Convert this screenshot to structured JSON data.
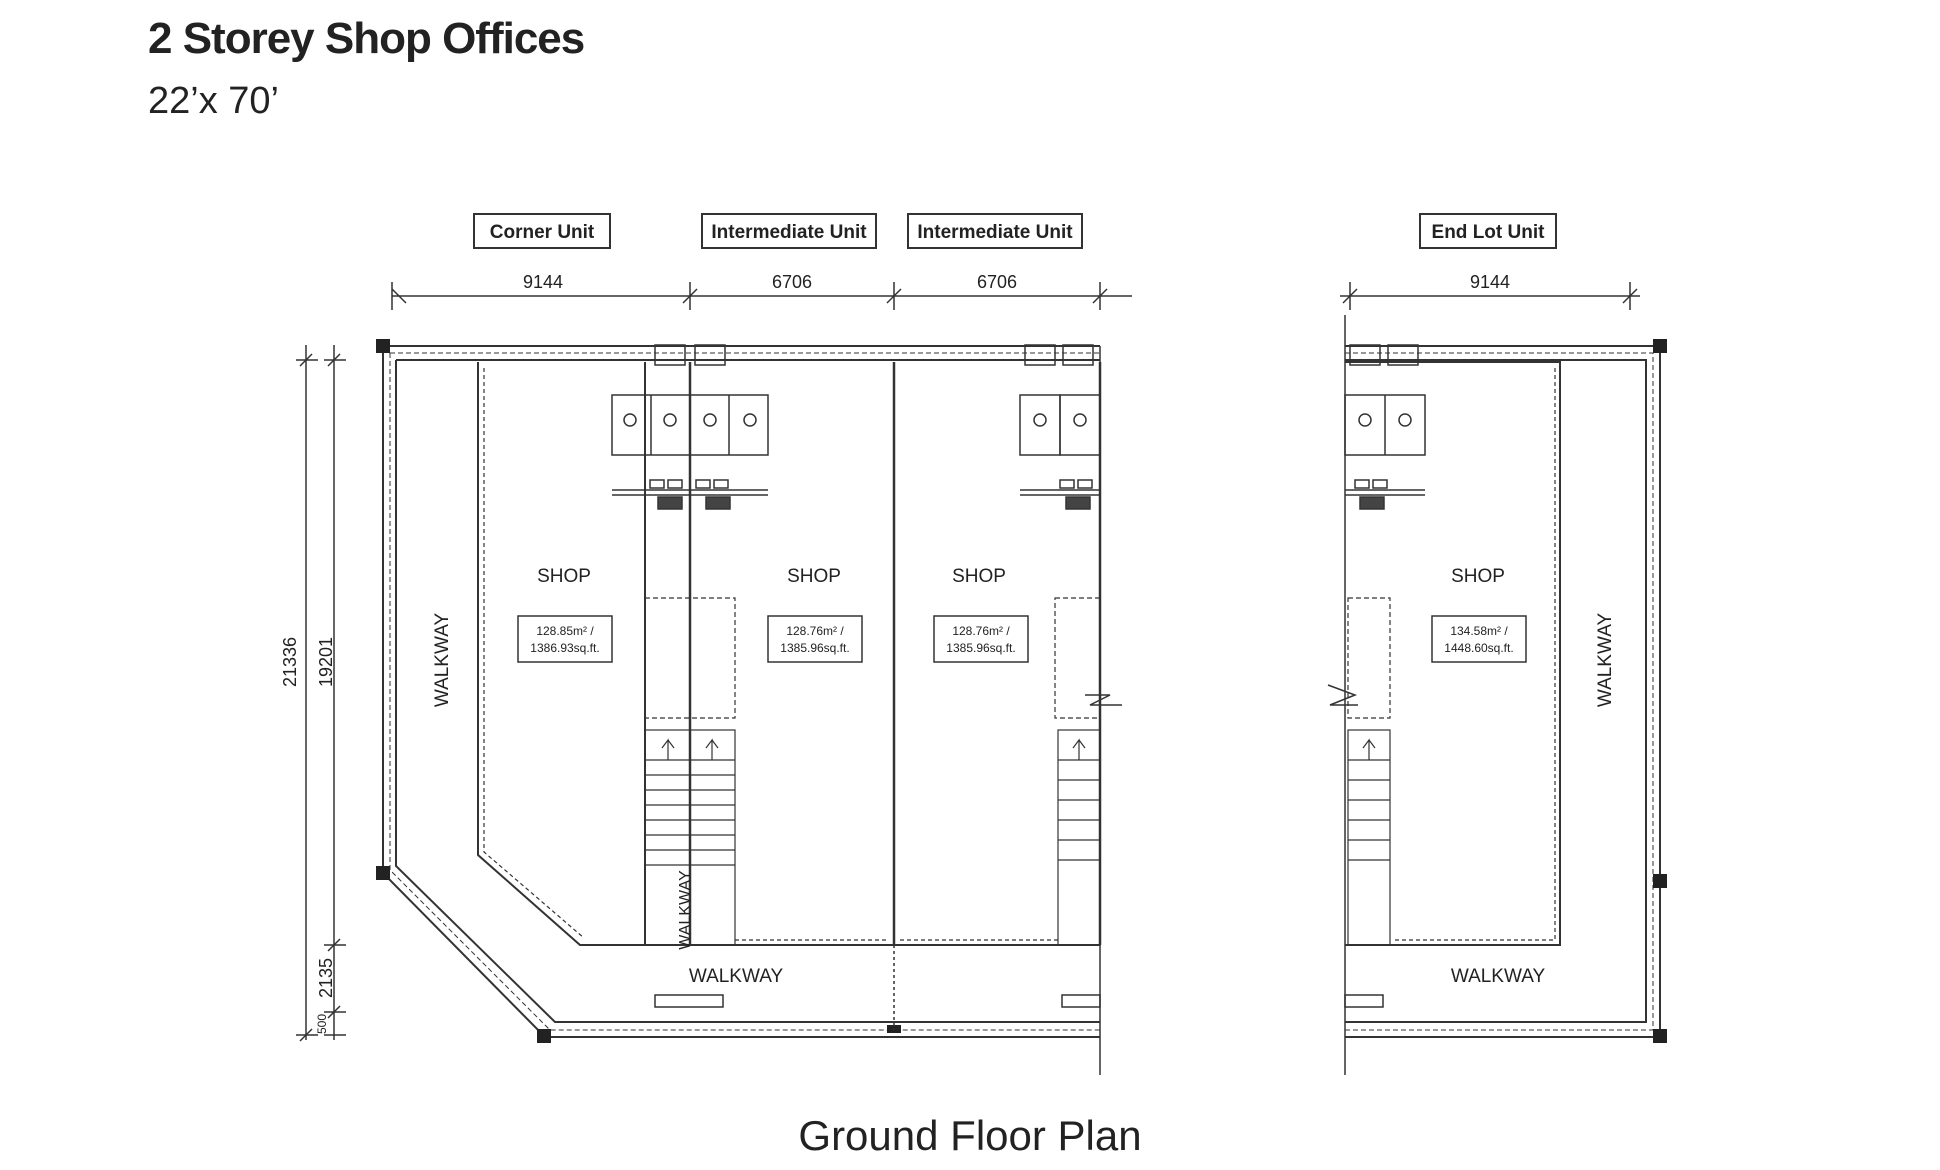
{
  "title": "2 Storey Shop Offices",
  "subtitle": "22’x 70’",
  "caption": "Ground Floor Plan",
  "unit_labels": [
    "Corner Unit",
    "Intermediate Unit",
    "Intermediate Unit",
    "End Lot Unit"
  ],
  "dimensions": {
    "widths": [
      "9144",
      "6706",
      "6706",
      "9144"
    ],
    "overall_depth": "21336",
    "inner_depth": "19201",
    "walkway_depth": "2135",
    "edge_depth": "500"
  },
  "rooms": {
    "shop_label": "SHOP",
    "walkway_label": "WALKWAY",
    "areas": [
      {
        "sqm": "128.85m² /",
        "sqft": "1386.93sq.ft."
      },
      {
        "sqm": "128.76m² /",
        "sqft": "1385.96sq.ft."
      },
      {
        "sqm": "128.76m² /",
        "sqft": "1385.96sq.ft."
      },
      {
        "sqm": "134.58m² /",
        "sqft": "1448.60sq.ft."
      }
    ]
  },
  "colors": {
    "line": "#333333",
    "text": "#222222",
    "background": "#ffffff"
  }
}
